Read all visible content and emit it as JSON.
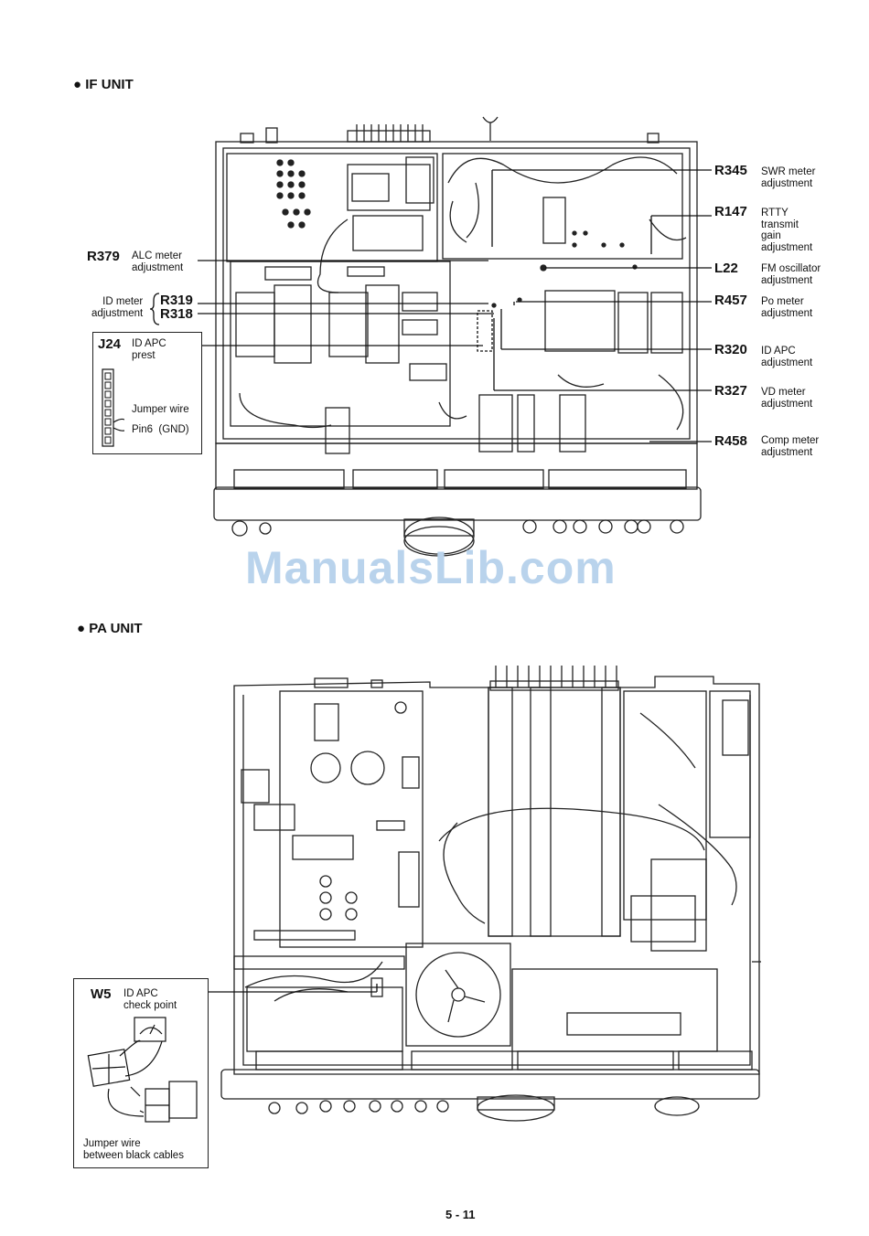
{
  "sections": {
    "if_title": "IF UNIT",
    "pa_title": "PA UNIT"
  },
  "if_labels": {
    "r345": {
      "ref": "R345",
      "desc": "SWR meter\nadjustment"
    },
    "r147": {
      "ref": "R147",
      "desc": "RTTY\ntransmit\ngain\nadjustment"
    },
    "l22": {
      "ref": "L22",
      "desc": "FM oscillator\nadjustment"
    },
    "r457": {
      "ref": "R457",
      "desc": "Po meter\nadjustment"
    },
    "r320": {
      "ref": "R320",
      "desc": "ID APC\nadjustment"
    },
    "r327": {
      "ref": "R327",
      "desc": "VD meter\nadjustment"
    },
    "r458": {
      "ref": "R458",
      "desc": "Comp meter\nadjustment"
    },
    "r379": {
      "ref": "R379",
      "desc": "ALC meter\nadjustment"
    },
    "id_meter": {
      "desc": "ID meter\nadjustment",
      "ref_a": "R319",
      "ref_b": "R318"
    }
  },
  "j24_box": {
    "ref": "J24",
    "desc": "ID APC\nprest",
    "jumper": "Jumper wire",
    "pin": "Pin6  (GND)"
  },
  "w5_box": {
    "ref": "W5",
    "desc": "ID APC\ncheck point",
    "jumper": "Jumper wire\nbetween black cables"
  },
  "watermark": "ManualsLib.com",
  "page_number": "5 - 11"
}
